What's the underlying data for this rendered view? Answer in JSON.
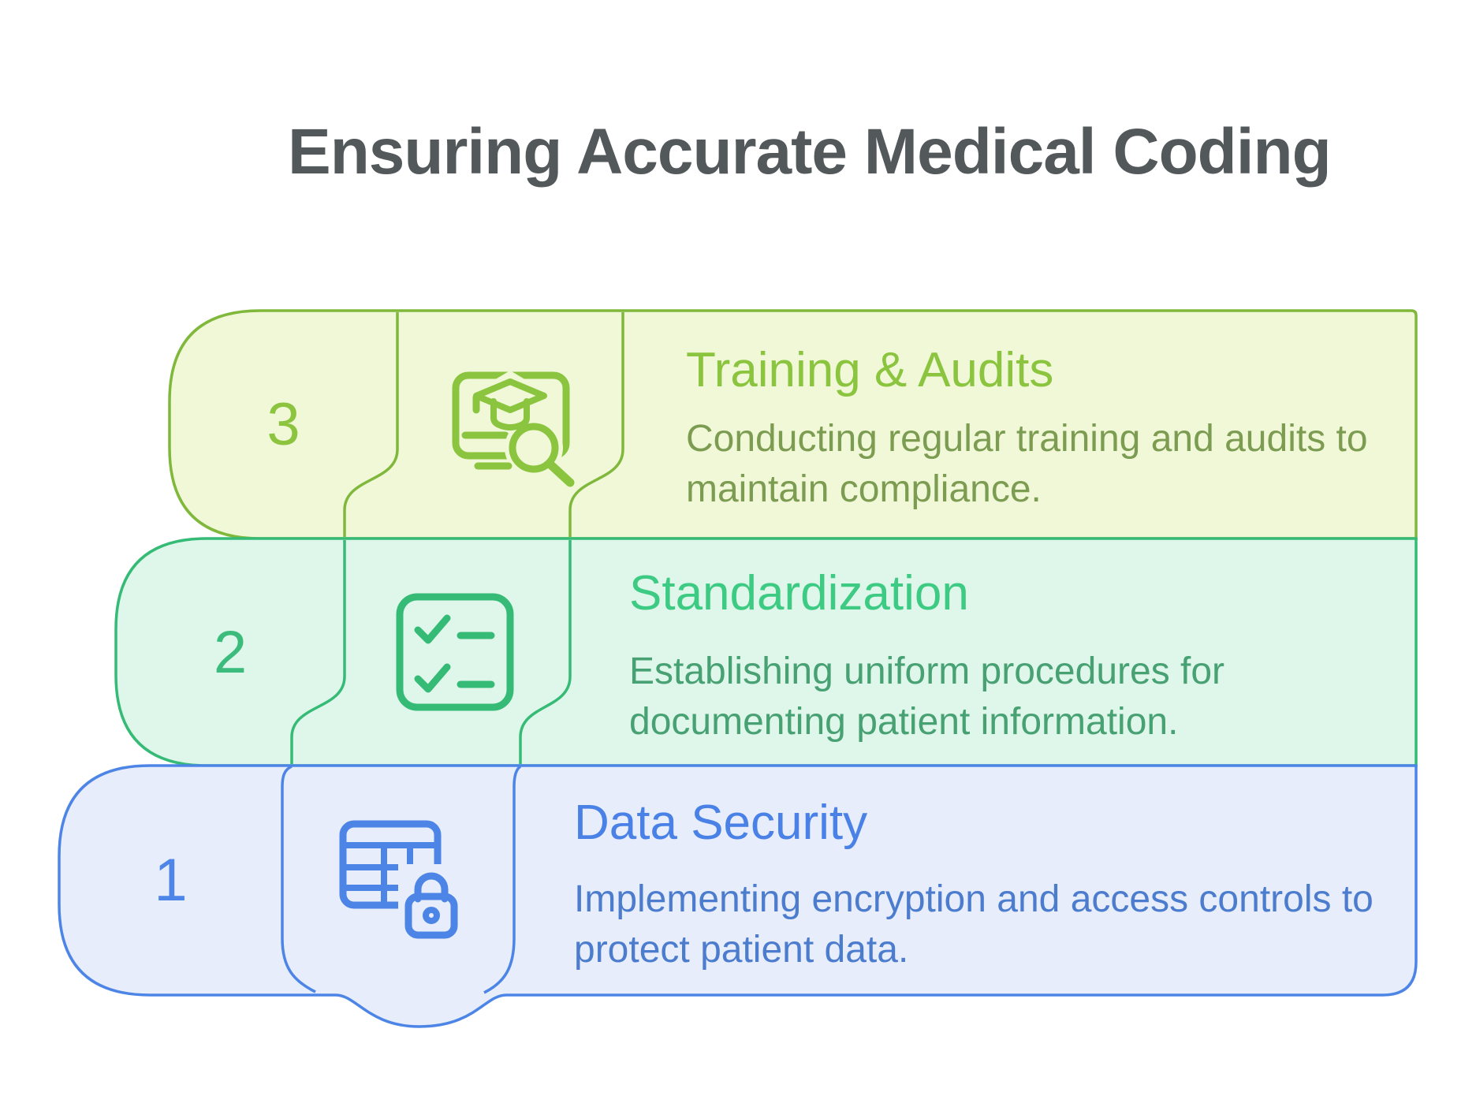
{
  "heading": "Ensuring Accurate Medical Coding",
  "steps": [
    {
      "number": "3",
      "title": "Training & Audits",
      "description": [
        "Conducting regular training and audits to",
        "maintain compliance."
      ],
      "icon": "graduation-cap-book-with-magnifier"
    },
    {
      "number": "2",
      "title": "Standardization",
      "description": [
        "Establishing uniform procedures for",
        "documenting patient information."
      ],
      "icon": "checklist"
    },
    {
      "number": "1",
      "title": "Data Security",
      "description": [
        "Implementing encryption and access controls to",
        "protect patient data."
      ],
      "icon": "data-table-with-lock"
    }
  ],
  "colors": {
    "bg": "#ffffff",
    "heading-color": "#53585B",
    "c3-border": "#7FB83B",
    "c3-fill": "#F1F8D8",
    "c3-title": "#8BC53F",
    "c3-desc": "#7C9C52",
    "c3-number": "#8CC43F",
    "c2-border": "#35BB76",
    "c2-fill": "#DFF7EA",
    "c2-title": "#3DCB83",
    "c2-desc": "#47A173",
    "c2-number": "#3CBC7C",
    "c1-border": "#4D85E7",
    "c1-fill": "#E7EDFB",
    "c1-title": "#4A81E6",
    "c1-desc": "#4C7CCE",
    "c1-number": "#4D86E8"
  }
}
